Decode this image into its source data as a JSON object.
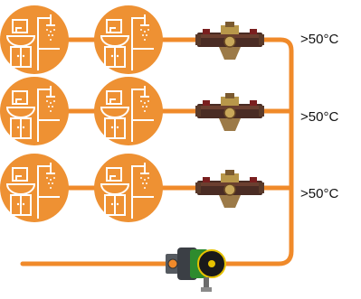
{
  "labels": {
    "temperatures": [
      ">50°C",
      ">50°C",
      ">50°C"
    ]
  },
  "colors": {
    "pipe": "#f08a2a",
    "circle": "#ee9133",
    "icon_stroke": "#ffffff",
    "valve_dark": "#4a2c24",
    "valve_gold": "#b8974a",
    "pump_body": "#3b3f45",
    "pump_green": "#2e8b2e",
    "pump_face": "#1a1a1a",
    "pump_ring": "#e6c200"
  },
  "icons": {
    "room": "bathroom-sink-shower-icon",
    "valve": "thermostatic-valve-icon",
    "pump": "circulation-pump-icon"
  }
}
